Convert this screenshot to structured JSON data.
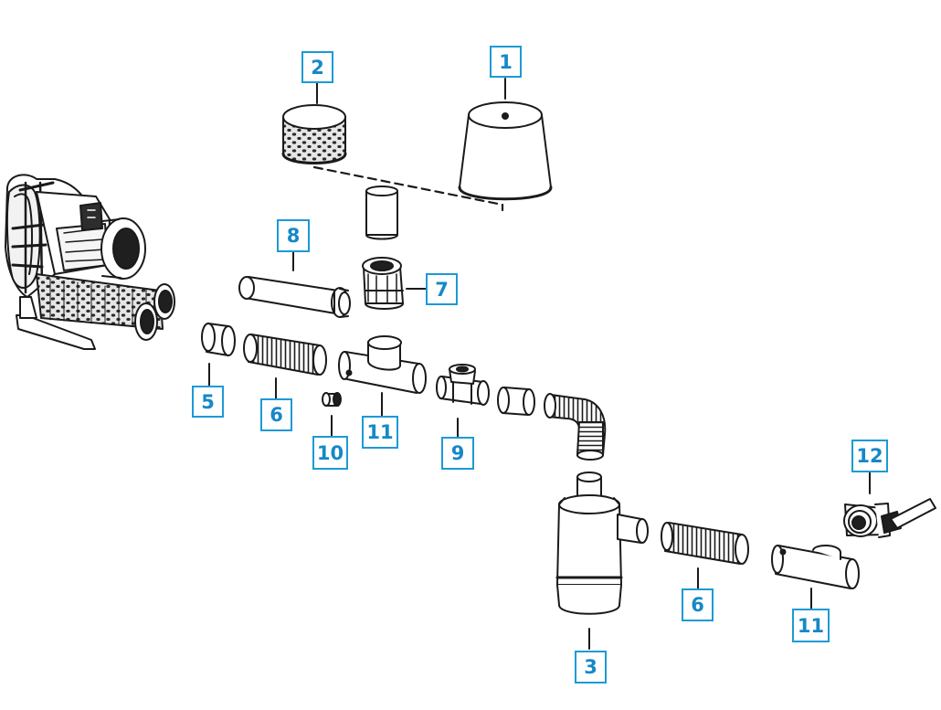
{
  "callouts": [
    {
      "id": "callout-1",
      "text": "1"
    },
    {
      "id": "callout-2",
      "text": "2"
    },
    {
      "id": "callout-3",
      "text": "3"
    },
    {
      "id": "callout-5",
      "text": "5"
    },
    {
      "id": "callout-6a",
      "text": "6"
    },
    {
      "id": "callout-6b",
      "text": "6"
    },
    {
      "id": "callout-7",
      "text": "7"
    },
    {
      "id": "callout-8",
      "text": "8"
    },
    {
      "id": "callout-9",
      "text": "9"
    },
    {
      "id": "callout-10",
      "text": "10"
    },
    {
      "id": "callout-11a",
      "text": "11"
    },
    {
      "id": "callout-11b",
      "text": "11"
    },
    {
      "id": "callout-12",
      "text": "12"
    }
  ],
  "colors": {
    "callout": "#1c9ad6",
    "line": "#1a1a1a"
  }
}
